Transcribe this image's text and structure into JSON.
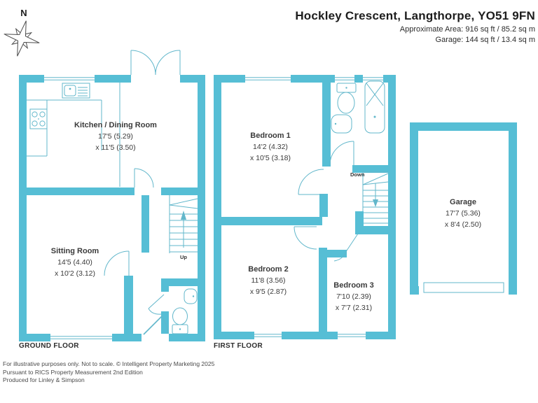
{
  "header": {
    "title": "Hockley Crescent, Langthorpe, YO51 9FN",
    "area_line": "Approximate Area: 916 sq ft / 85.2 sq m",
    "garage_line": "Garage: 144 sq ft / 13.4 sq m"
  },
  "compass": {
    "north": "N"
  },
  "ground_floor": {
    "label": "GROUND FLOOR",
    "stairs_label": "Up",
    "rooms": {
      "kitchen": {
        "name": "Kitchen / Dining Room",
        "dim1": "17'5 (5.29)",
        "dim2": "x 11'5 (3.50)"
      },
      "sitting": {
        "name": "Sitting Room",
        "dim1": "14'5 (4.40)",
        "dim2": "x 10'2 (3.12)"
      }
    }
  },
  "first_floor": {
    "label": "FIRST FLOOR",
    "stairs_label": "Down",
    "rooms": {
      "bedroom1": {
        "name": "Bedroom 1",
        "dim1": "14'2 (4.32)",
        "dim2": "x 10'5 (3.18)"
      },
      "bedroom2": {
        "name": "Bedroom 2",
        "dim1": "11'8 (3.56)",
        "dim2": "x 9'5 (2.87)"
      },
      "bedroom3": {
        "name": "Bedroom 3",
        "dim1": "7'10 (2.39)",
        "dim2": "x 7'7 (2.31)"
      }
    }
  },
  "garage": {
    "rooms": {
      "garage": {
        "name": "Garage",
        "dim1": "17'7 (5.36)",
        "dim2": "x 8'4 (2.50)"
      }
    }
  },
  "footer": {
    "line1": "For illustrative purposes only. Not to scale. © Intelligent Property Marketing 2025",
    "line2": "Pursuant to RICS Property Measurement 2nd Edition",
    "line3": "Produced for Linley & Simpson"
  },
  "colors": {
    "wall": "#56bed5",
    "line": "#62b7cb",
    "text": "#3a3a3a"
  }
}
